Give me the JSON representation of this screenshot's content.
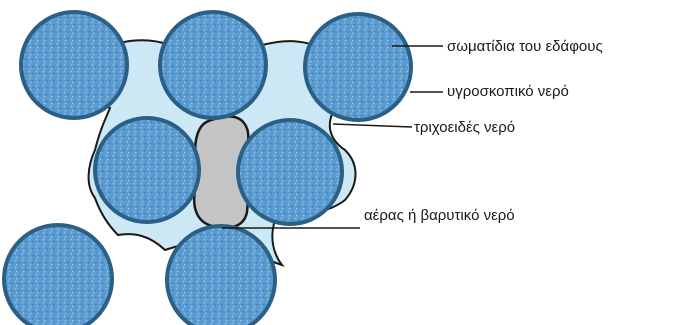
{
  "labels": {
    "soil_particles": "σωματίδια του εδάφους",
    "hygroscopic_water": "υγροσκοπικό νερό",
    "capillary_water": "τριχοειδές νερό",
    "air_or_gravitational_water": "αέρας ή βαρυτικό νερό"
  },
  "colors": {
    "particle_fill": "#5b9bd0",
    "particle_speckle": "#8cbde3",
    "particle_ring": "#2b5f86",
    "water_fill": "#cbe8f4",
    "air_fill": "#c4c4c4",
    "outline": "#1a1a1a"
  }
}
